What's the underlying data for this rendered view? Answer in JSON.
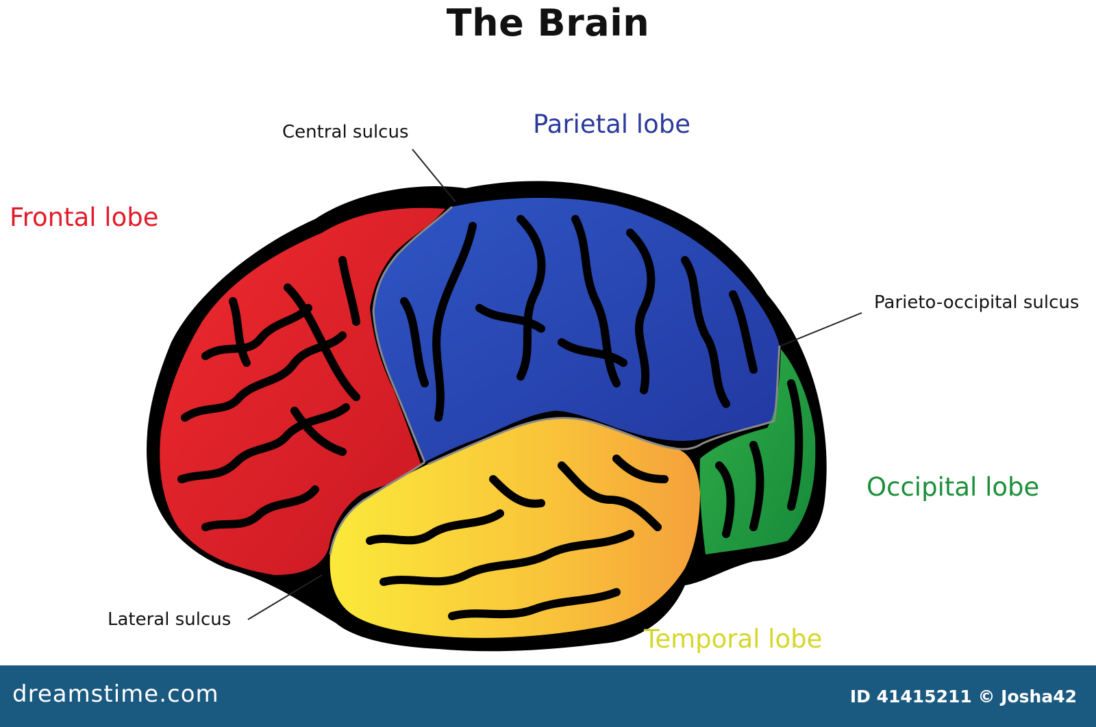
{
  "title": "The Brain",
  "lobes": {
    "frontal": {
      "label": "Frontal lobe",
      "color": "#e21b2a"
    },
    "parietal": {
      "label": "Parietal lobe",
      "color": "#2a3a9a"
    },
    "occipital": {
      "label": "Occipital lobe",
      "color": "#1a8f3a"
    },
    "temporal": {
      "label": "Temporal lobe",
      "color": "#d6d62a"
    }
  },
  "sulci": {
    "central": {
      "label": "Central sulcus"
    },
    "parieto_occipital": {
      "label": "Parieto-occipital sulcus"
    },
    "lateral": {
      "label": "Lateral sulcus"
    }
  },
  "footer": {
    "logo": "dreamstime.com",
    "image_id": "ID 41415211 © Josha42",
    "background": "#1b5a80"
  }
}
